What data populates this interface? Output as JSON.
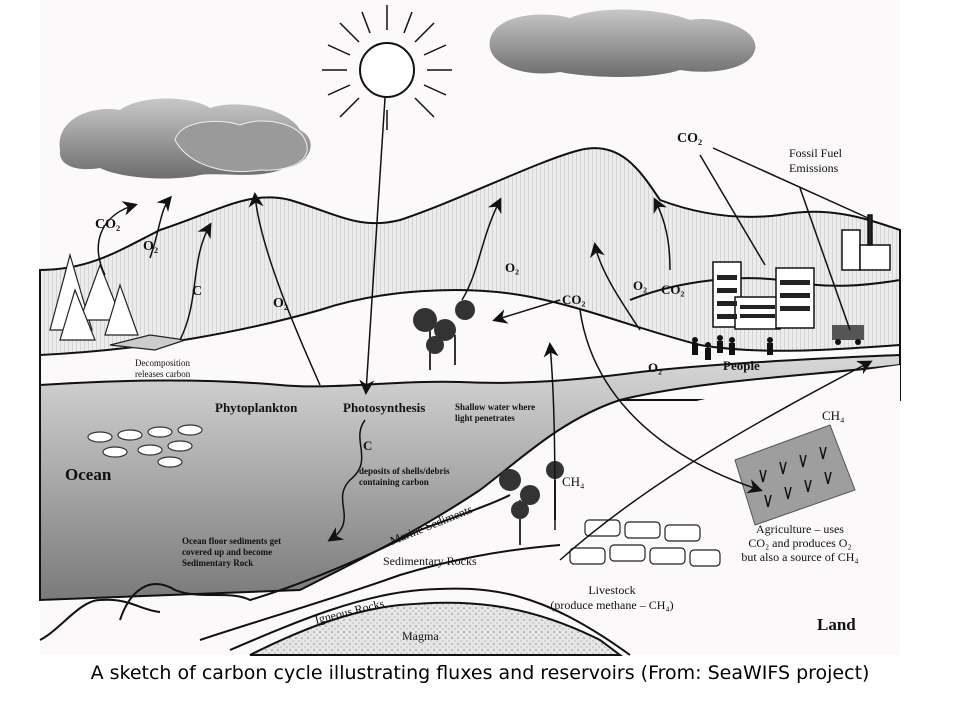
{
  "labels": {
    "co2_forest": "CO₂",
    "o2_forest": "O₂",
    "c_land": "C",
    "o2_ocean_up": "O₂",
    "decomposition_1": "Decomposition",
    "decomposition_2": "releases carbon",
    "phytoplankton": "Phytoplankton",
    "photosynthesis": "Photosynthesis",
    "shallow_1": "Shallow water where",
    "shallow_2": "light penetrates",
    "ocean": "Ocean",
    "c_deposit": "C",
    "deposits_1": "deposits of shells/debris",
    "deposits_2": "containing carbon",
    "floor_1": "Ocean floor sediments get",
    "floor_2": "covered up and become",
    "floor_3": "Sedimentary Rock",
    "marine_sediments": "Marine Sediments",
    "sedimentary_rocks": "Sedimentary Rocks",
    "igneous_rocks": "Igneous Rocks",
    "magma": "Magma",
    "o2_trees": "O₂",
    "co2_trees": "CO₂",
    "o2_city": "O₂",
    "co2_city": "CO₂",
    "co2_top": "CO₂",
    "fossil_1": "Fossil Fuel",
    "fossil_2": "Emissions",
    "people": "People",
    "o2_people": "O₂",
    "ch4_agri": "CH₄",
    "ch4_livestock": "CH₄",
    "agri_1": "Agriculture – uses",
    "agri_2": "CO₂  and produces O₂",
    "agri_3": "but also a source of CH₄",
    "livestock_1": "Livestock",
    "livestock_2": "(produce methane – CH₄)",
    "land": "Land"
  },
  "caption": "A sketch of carbon cycle illustrating fluxes and reservoirs (From: SeaWIFS project)"
}
